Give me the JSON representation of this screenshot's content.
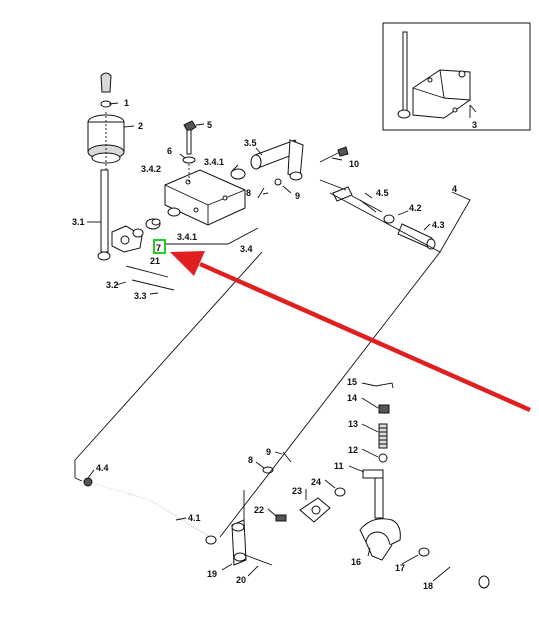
{
  "labels": {
    "p1": "1",
    "p2": "2",
    "p3": "3",
    "p3_1": "3.1",
    "p3_2": "3.2",
    "p3_3": "3.3",
    "p3_4": "3.4",
    "p3_4_1a": "3.4.1",
    "p3_4_1b": "3.4.1",
    "p3_4_2": "3.4.2",
    "p3_5": "3.5",
    "p4": "4",
    "p4_1": "4.1",
    "p4_2": "4.2",
    "p4_3": "4.3",
    "p4_4": "4.4",
    "p4_5": "4.5",
    "p5": "5",
    "p6": "6",
    "p7": "7",
    "p8a": "8",
    "p8b": "8",
    "p9a": "9",
    "p9b": "9",
    "p10": "10",
    "p11": "11",
    "p12": "12",
    "p13": "13",
    "p14": "14",
    "p15": "15",
    "p16": "16",
    "p17": "17",
    "p18": "18",
    "p19": "19",
    "p20": "20",
    "p21": "21",
    "p22": "22",
    "p23": "23",
    "p24": "24"
  },
  "colors": {
    "highlight": "#22cc22",
    "arrow": "#e02020",
    "line": "#111111"
  },
  "icons": {
    "pointer": "red-arrow-icon"
  }
}
